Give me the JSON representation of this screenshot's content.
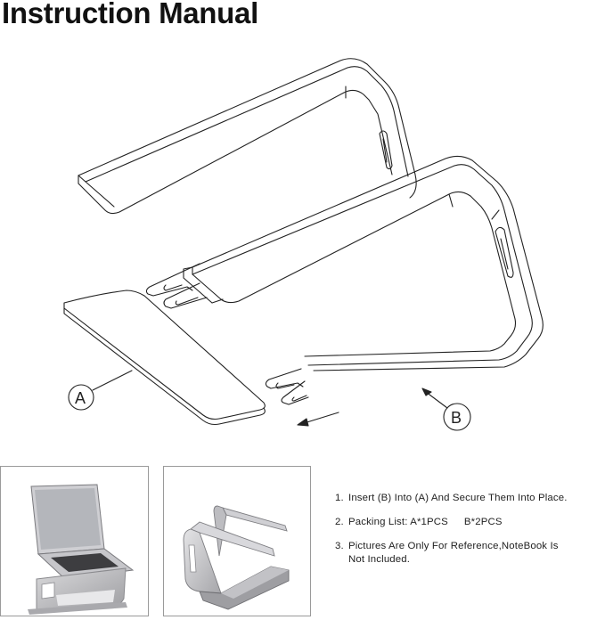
{
  "title": "Instruction Manual",
  "diagram": {
    "part_a_label": "A",
    "part_b_label": "B"
  },
  "photos": {
    "photo_1": "laptop-on-stand-photo",
    "photo_2": "assembled-stand-photo"
  },
  "instructions": {
    "step1": {
      "num": "1.",
      "text": "Insert (B) Into (A) And Secure Them Into Place."
    },
    "step2": {
      "num": "2.",
      "text": "Packing List:",
      "item_a": "A*1PCS",
      "item_b": "B*2PCS"
    },
    "step3": {
      "num": "3.",
      "line1": "Pictures Are Only For Reference,NoteBook Is",
      "line2": "Not Included."
    }
  }
}
